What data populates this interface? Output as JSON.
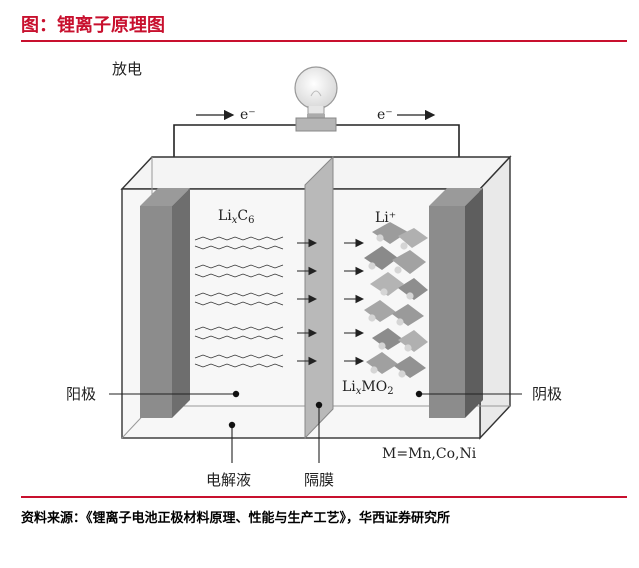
{
  "header": {
    "title": "图：锂离子原理图",
    "accent_color": "#c8102e"
  },
  "diagram": {
    "mode_label": "放电",
    "electron_left": "e⁻",
    "electron_right": "e⁻",
    "anode_material": {
      "base": "Li",
      "sub": "x",
      "rest": "C",
      "sub2": "6"
    },
    "ion_label": "Li⁺",
    "cathode_material": {
      "base": "Li",
      "sub": "x",
      "rest": "MO",
      "sub2": "2"
    },
    "anode_label": "阳极",
    "cathode_label": "阴极",
    "electrolyte_label": "电解液",
    "separator_label": "隔膜",
    "metal_note": "M=Mn,Co,Ni",
    "bulb_icon": "light-bulb-icon"
  },
  "footer": {
    "source": "资料来源：《锂离子电池正极材料原理、性能与生产工艺》，华西证券研究所"
  }
}
